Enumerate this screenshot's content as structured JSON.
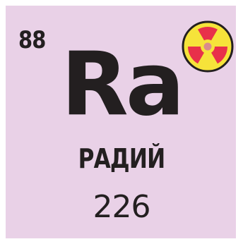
{
  "element": {
    "atomic_number": "88",
    "symbol": "Ra",
    "name": "РАДИЙ",
    "atomic_mass": "226"
  },
  "badge": {
    "icon": "radiation-hazard-icon"
  },
  "colors": {
    "tile_background": "#e9d1e7",
    "text": "#231f20",
    "hazard_yellow": "#f6e33a",
    "hazard_red": "#e8304a"
  }
}
